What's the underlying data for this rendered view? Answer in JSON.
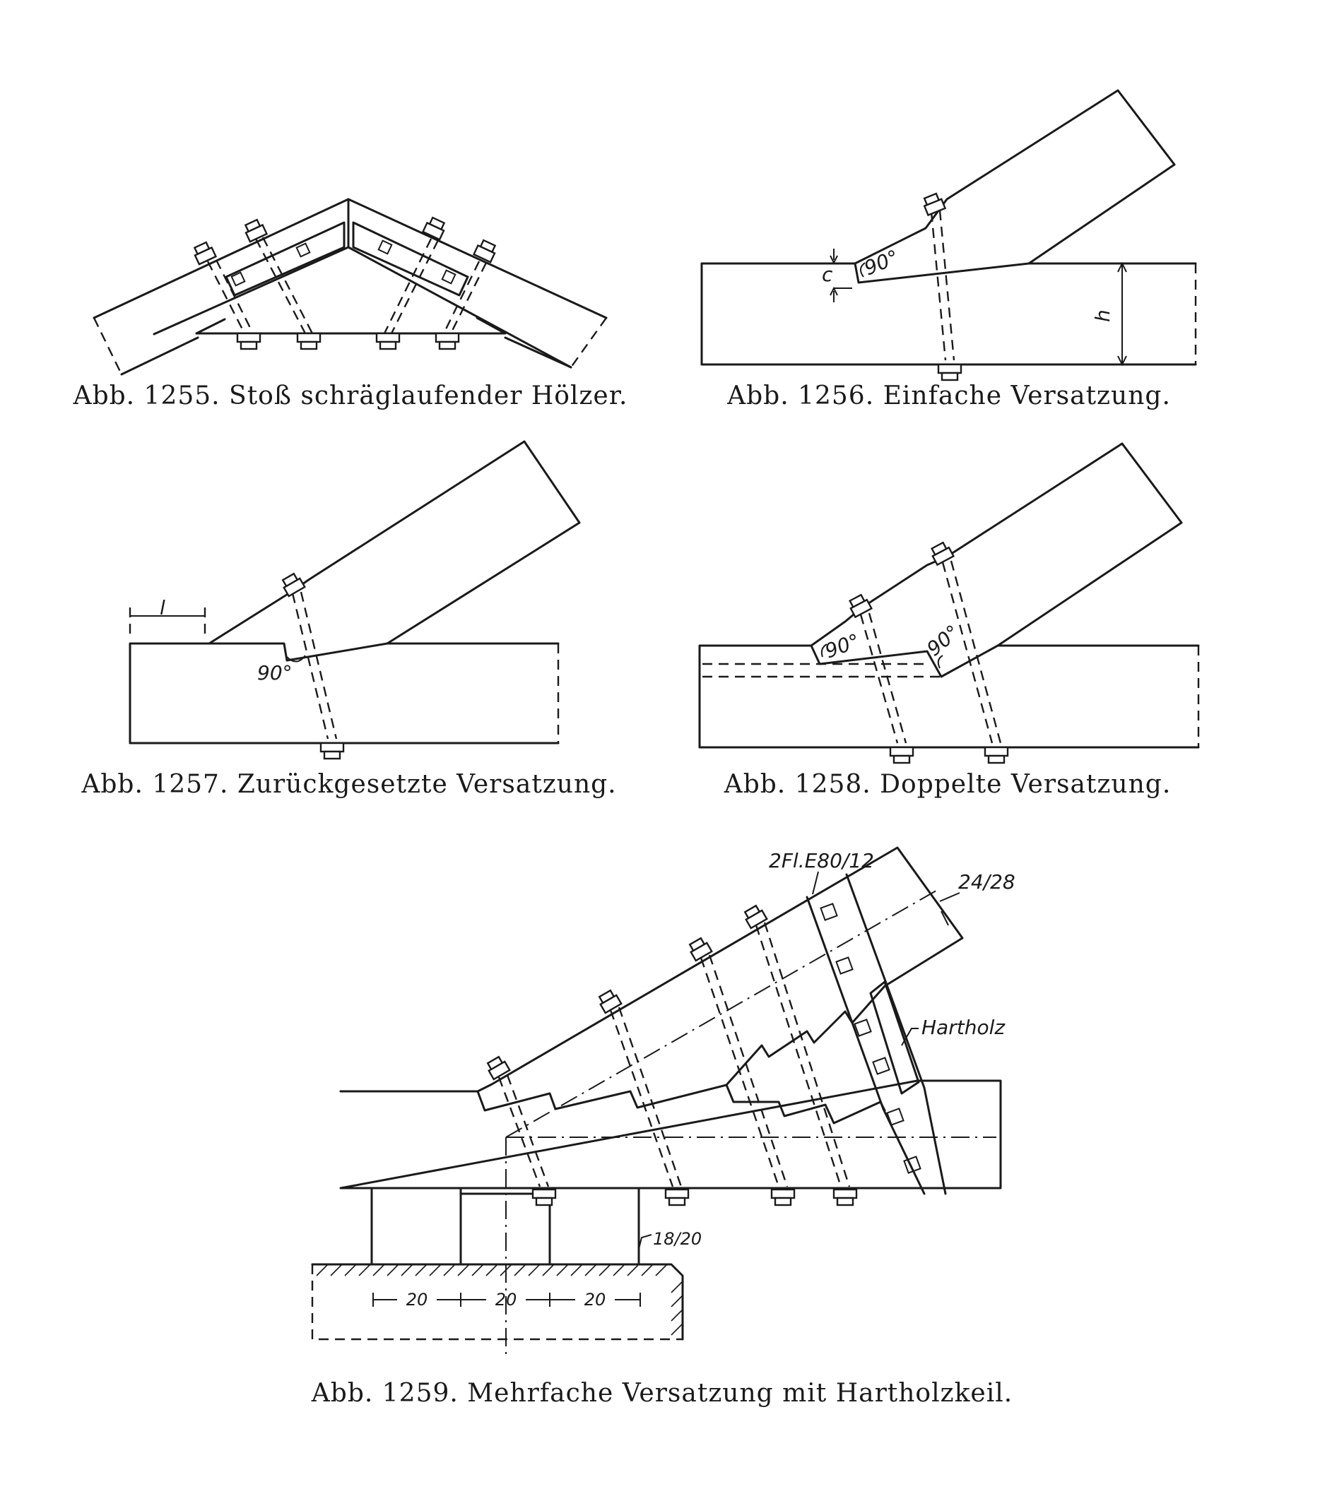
{
  "figures": [
    {
      "caption": "Abb. 1255. Stoß schräglaufender Hölzer."
    },
    {
      "caption": "Abb. 1256. Einfache Versatzung.",
      "labels": {
        "c": "c",
        "angle": "90°",
        "h": "h"
      }
    },
    {
      "caption": "Abb. 1257. Zurückgesetzte Versatzung.",
      "labels": {
        "l": "l",
        "angle": "90°"
      }
    },
    {
      "caption": "Abb. 1258. Doppelte Versatzung.",
      "labels": {
        "angle1": "90°",
        "angle2": "90°"
      }
    },
    {
      "caption": "Abb. 1259. Mehrfache Versatzung mit Hartholzkeil.",
      "labels": {
        "plates": "2Fl.E80/12",
        "timber": "24/28",
        "wedge": "Hartholz",
        "post": "18/20",
        "dim1": "20",
        "dim2": "20",
        "dim3": "20"
      }
    }
  ]
}
